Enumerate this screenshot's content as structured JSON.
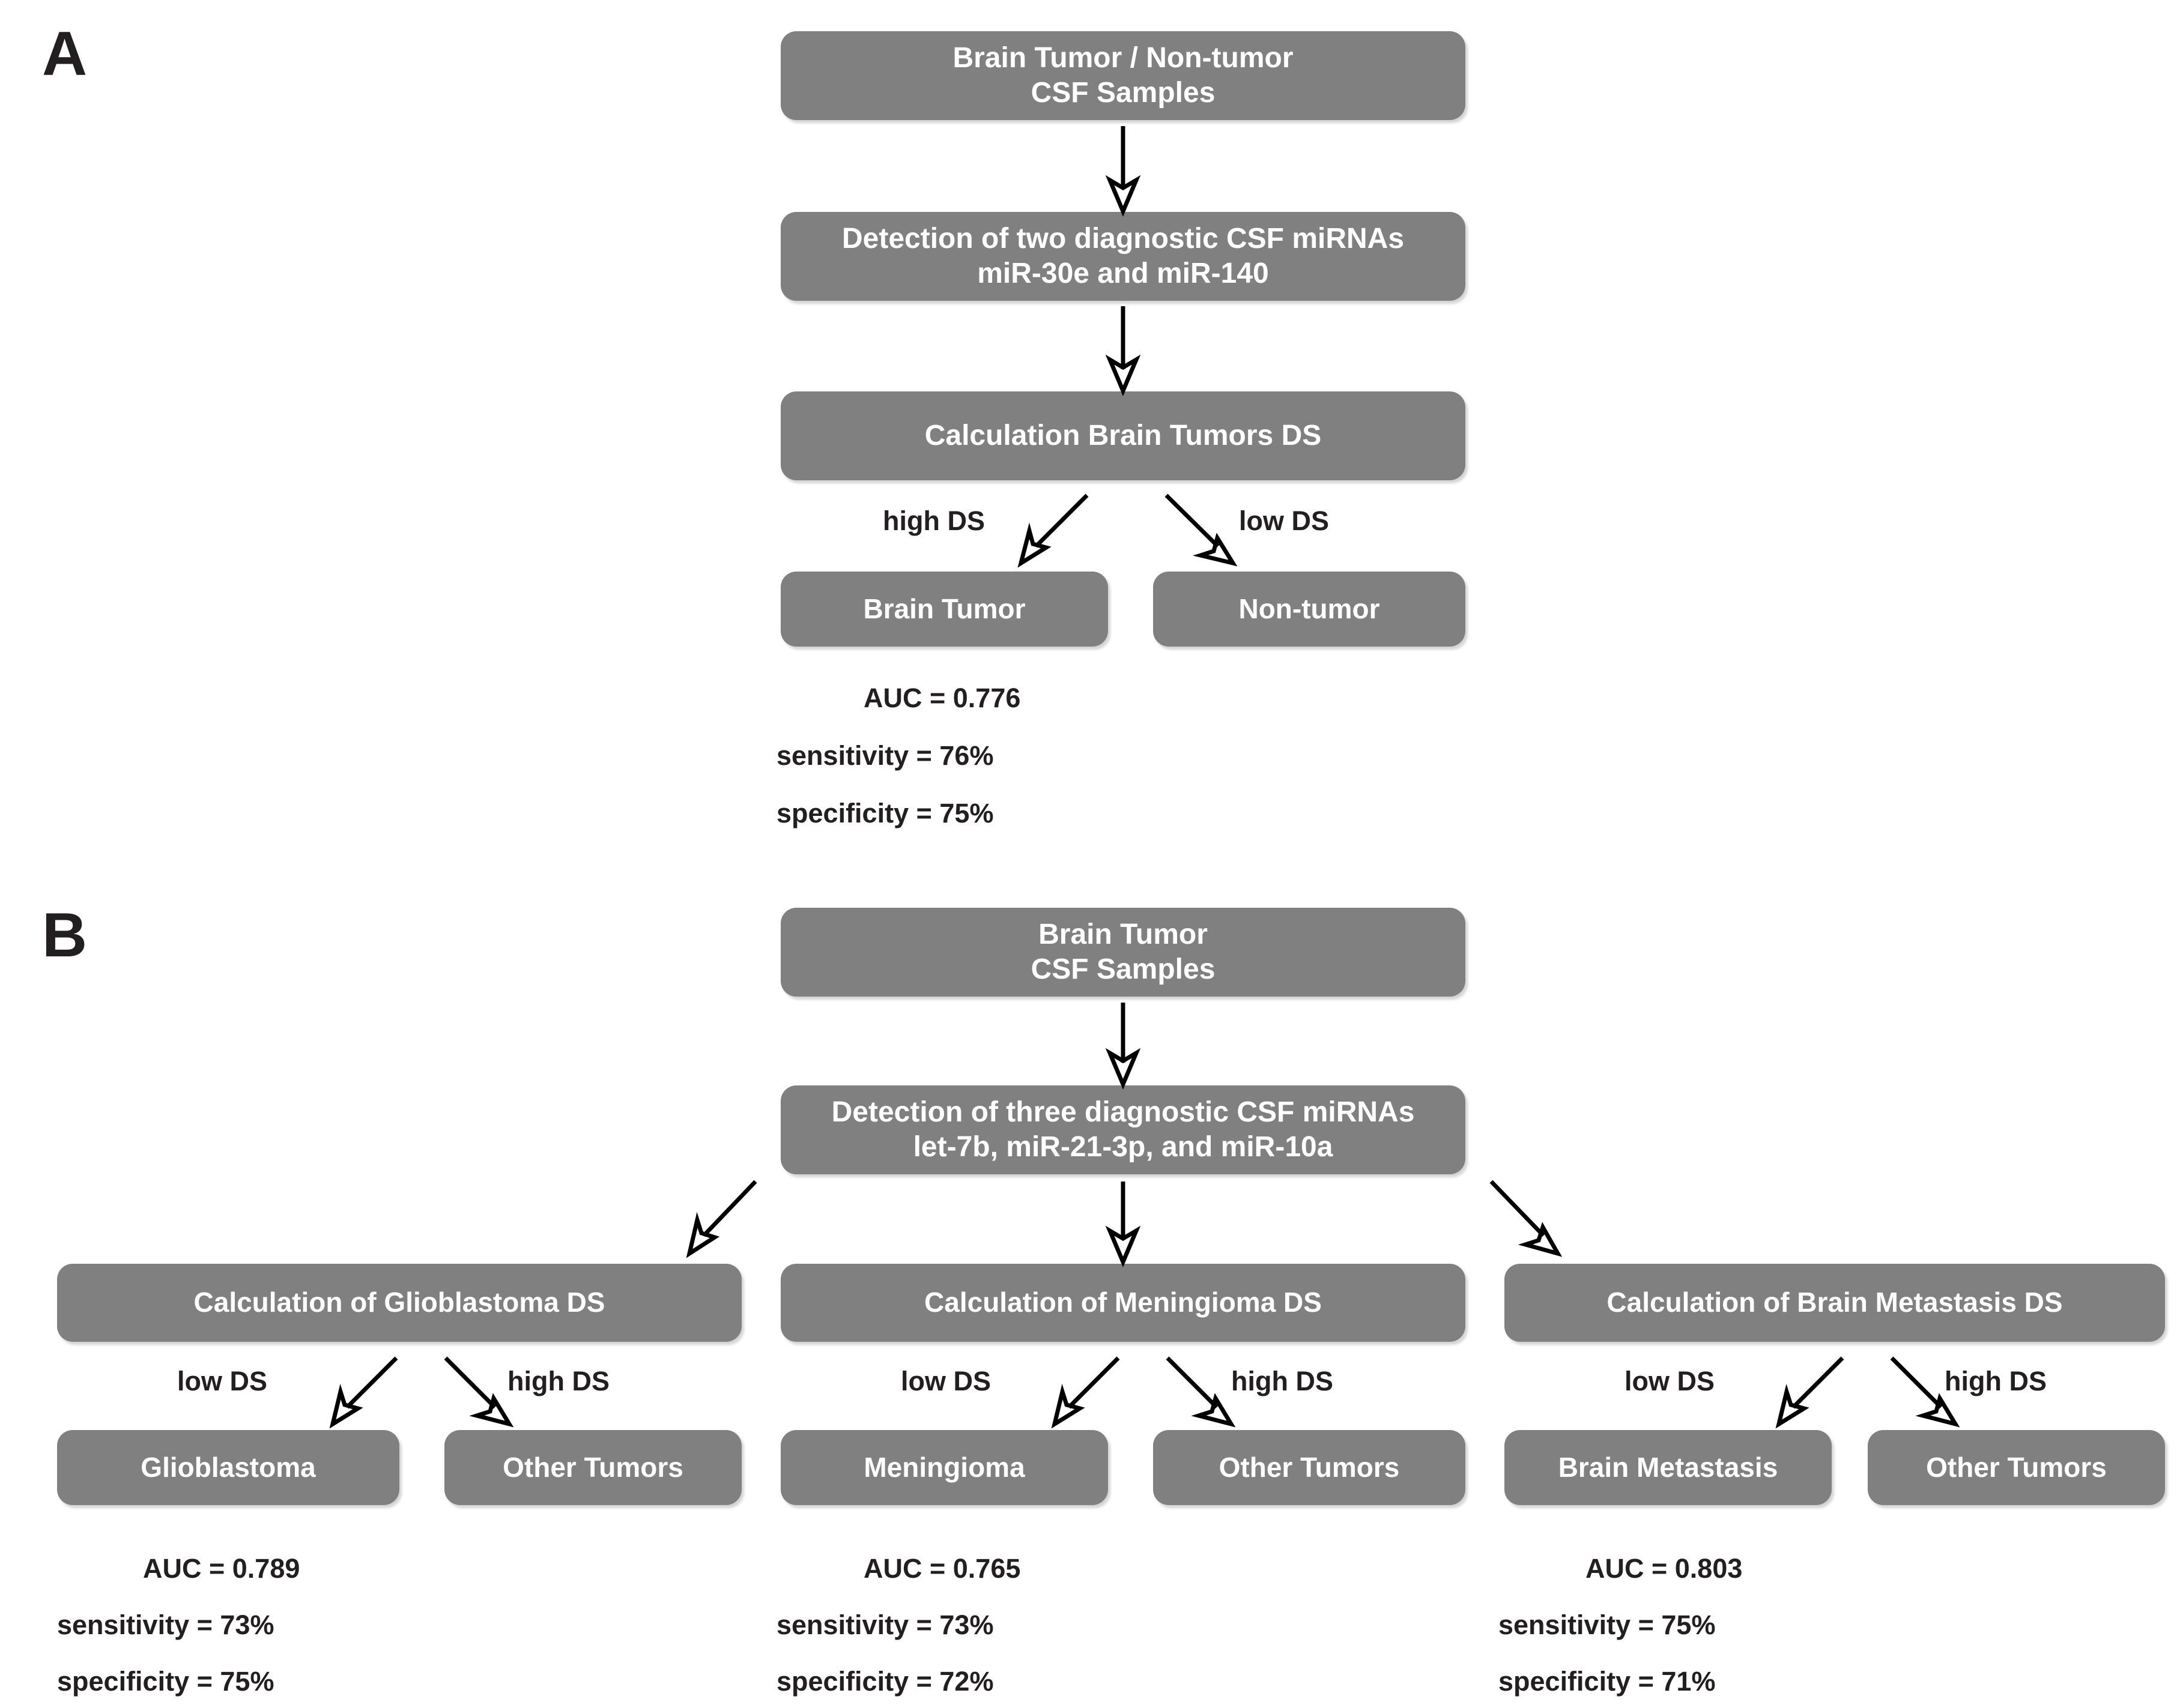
{
  "figure": {
    "panels": [
      {
        "letter": "A",
        "nodes": {
          "samples": {
            "line1": "Brain Tumor / Non-tumor",
            "line2": "CSF Samples"
          },
          "detection": {
            "line1": "Detection of two diagnostic CSF miRNAs",
            "line2": "miR-30e and miR-140"
          },
          "calculation": {
            "line1": "Calculation Brain Tumors DS"
          },
          "left_result": {
            "line1": "Brain Tumor"
          },
          "right_result": {
            "line1": "Non-tumor"
          }
        },
        "branch_labels": {
          "left": "high DS",
          "right": "low DS"
        },
        "stats": {
          "auc": "AUC = 0.776",
          "sensitivity": "sensitivity = 76%",
          "specificity": "specificity = 75%"
        }
      },
      {
        "letter": "B",
        "nodes": {
          "samples": {
            "line1": "Brain Tumor",
            "line2": "CSF Samples"
          },
          "detection": {
            "line1": "Detection of three diagnostic CSF miRNAs",
            "line2": "let-7b, miR-21-3p, and miR-10a"
          }
        },
        "branches": [
          {
            "calculation": "Calculation of Glioblastoma DS",
            "branch_labels": {
              "left": "low DS",
              "right": "high DS"
            },
            "left_result": "Glioblastoma",
            "right_result": "Other Tumors",
            "stats": {
              "auc": "AUC = 0.789",
              "sensitivity": "sensitivity = 73%",
              "specificity": "specificity = 75%"
            }
          },
          {
            "calculation": "Calculation of Meningioma DS",
            "branch_labels": {
              "left": "low DS",
              "right": "high DS"
            },
            "left_result": "Meningioma",
            "right_result": "Other Tumors",
            "stats": {
              "auc": "AUC = 0.765",
              "sensitivity": "sensitivity = 73%",
              "specificity": "specificity = 72%"
            }
          },
          {
            "calculation": "Calculation of Brain Metastasis DS",
            "branch_labels": {
              "left": "low DS",
              "right": "high DS"
            },
            "left_result": "Brain Metastasis",
            "right_result": "Other Tumors",
            "stats": {
              "auc": "AUC = 0.803",
              "sensitivity": "sensitivity = 75%",
              "specificity": "specificity = 71%"
            }
          }
        ]
      }
    ],
    "colors": {
      "box_fill": "#808080",
      "box_text": "#ffffff",
      "label_text": "#231f20",
      "background": "#ffffff",
      "arrow": "#000000"
    }
  }
}
